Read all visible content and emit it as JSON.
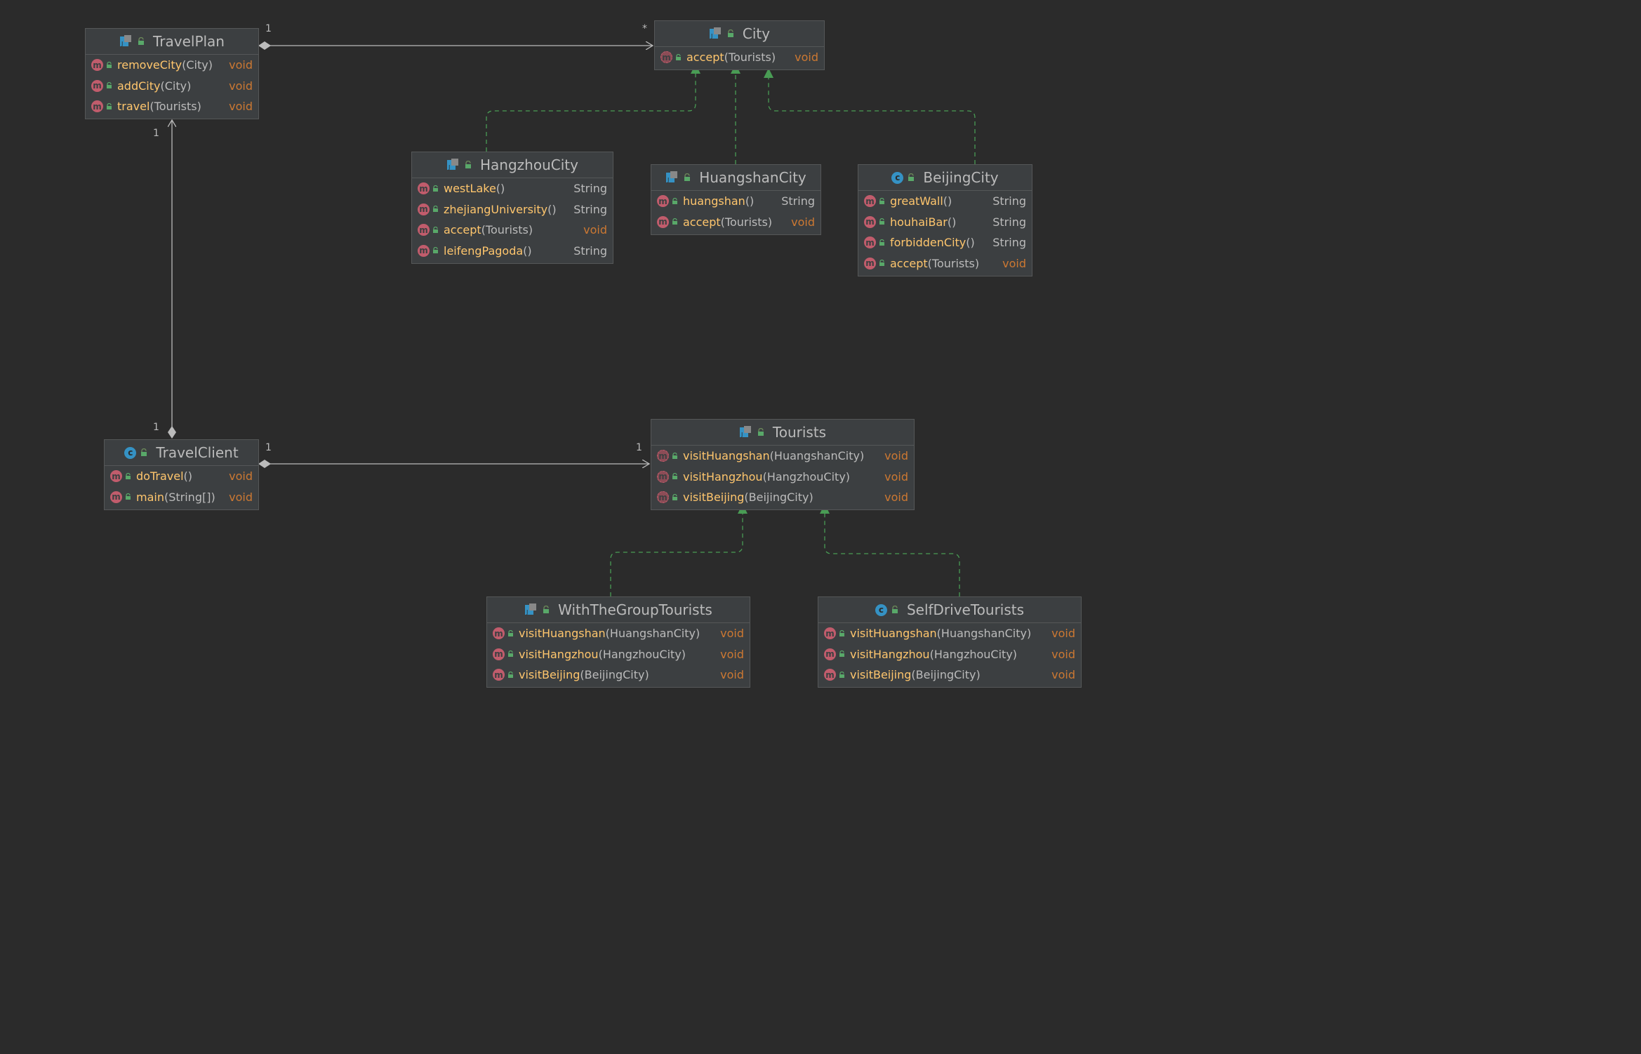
{
  "colors": {
    "background": "#2b2b2b",
    "box": "#3c3f41",
    "method_name": "#ffc66d",
    "void_type": "#cc7832",
    "realization_edge": "#499c54",
    "association_edge": "#bbbbbb"
  },
  "nodes": [
    {
      "id": "TravelPlan",
      "name": "TravelPlan",
      "kind": "abstract-class",
      "methods": [
        {
          "name": "removeCity",
          "params": "(City)",
          "returns": "void"
        },
        {
          "name": "addCity",
          "params": "(City)",
          "returns": "void"
        },
        {
          "name": "travel",
          "params": "(Tourists)",
          "returns": "void"
        }
      ]
    },
    {
      "id": "City",
      "name": "City",
      "kind": "abstract-class",
      "methods": [
        {
          "name": "accept",
          "params": "(Tourists)",
          "returns": "void",
          "abstract": true
        }
      ]
    },
    {
      "id": "HangzhouCity",
      "name": "HangzhouCity",
      "kind": "abstract-class",
      "methods": [
        {
          "name": "westLake",
          "params": "()",
          "returns": "String"
        },
        {
          "name": "zhejiangUniversity",
          "params": "()",
          "returns": "String"
        },
        {
          "name": "accept",
          "params": "(Tourists)",
          "returns": "void"
        },
        {
          "name": "leifengPagoda",
          "params": "()",
          "returns": "String"
        }
      ]
    },
    {
      "id": "HuangshanCity",
      "name": "HuangshanCity",
      "kind": "abstract-class",
      "methods": [
        {
          "name": "huangshan",
          "params": "()",
          "returns": "String"
        },
        {
          "name": "accept",
          "params": "(Tourists)",
          "returns": "void"
        }
      ]
    },
    {
      "id": "BeijingCity",
      "name": "BeijingCity",
      "kind": "class",
      "methods": [
        {
          "name": "greatWall",
          "params": "()",
          "returns": "String"
        },
        {
          "name": "houhaiBar",
          "params": "()",
          "returns": "String"
        },
        {
          "name": "forbiddenCity",
          "params": "()",
          "returns": "String"
        },
        {
          "name": "accept",
          "params": "(Tourists)",
          "returns": "void"
        }
      ]
    },
    {
      "id": "TravelClient",
      "name": "TravelClient",
      "kind": "main-class",
      "methods": [
        {
          "name": "doTravel",
          "params": "()",
          "returns": "void"
        },
        {
          "name": "main",
          "params": "(String[])",
          "returns": "void",
          "static": true
        }
      ]
    },
    {
      "id": "Tourists",
      "name": "Tourists",
      "kind": "abstract-class",
      "methods": [
        {
          "name": "visitHuangshan",
          "params": "(HuangshanCity)",
          "returns": "void",
          "abstract": true
        },
        {
          "name": "visitHangzhou",
          "params": "(HangzhouCity)",
          "returns": "void",
          "abstract": true
        },
        {
          "name": "visitBeijing",
          "params": "(BeijingCity)",
          "returns": "void",
          "abstract": true
        }
      ]
    },
    {
      "id": "WithTheGroupTourists",
      "name": "WithTheGroupTourists",
      "kind": "abstract-class",
      "methods": [
        {
          "name": "visitHuangshan",
          "params": "(HuangshanCity)",
          "returns": "void"
        },
        {
          "name": "visitHangzhou",
          "params": "(HangzhouCity)",
          "returns": "void"
        },
        {
          "name": "visitBeijing",
          "params": "(BeijingCity)",
          "returns": "void"
        }
      ]
    },
    {
      "id": "SelfDriveTourists",
      "name": "SelfDriveTourists",
      "kind": "class",
      "methods": [
        {
          "name": "visitHuangshan",
          "params": "(HuangshanCity)",
          "returns": "void"
        },
        {
          "name": "visitHangzhou",
          "params": "(HangzhouCity)",
          "returns": "void"
        },
        {
          "name": "visitBeijing",
          "params": "(BeijingCity)",
          "returns": "void"
        }
      ]
    }
  ],
  "edges": [
    {
      "from": "TravelPlan",
      "to": "City",
      "type": "composition",
      "from_mult": "1",
      "to_mult": "*"
    },
    {
      "from": "TravelClient",
      "to": "TravelPlan",
      "type": "composition",
      "from_mult": "1",
      "to_mult": "1"
    },
    {
      "from": "TravelClient",
      "to": "Tourists",
      "type": "composition",
      "from_mult": "1",
      "to_mult": "1"
    },
    {
      "from": "HangzhouCity",
      "to": "City",
      "type": "realization"
    },
    {
      "from": "HuangshanCity",
      "to": "City",
      "type": "realization"
    },
    {
      "from": "BeijingCity",
      "to": "City",
      "type": "realization"
    },
    {
      "from": "WithTheGroupTourists",
      "to": "Tourists",
      "type": "realization"
    },
    {
      "from": "SelfDriveTourists",
      "to": "Tourists",
      "type": "realization"
    }
  ]
}
